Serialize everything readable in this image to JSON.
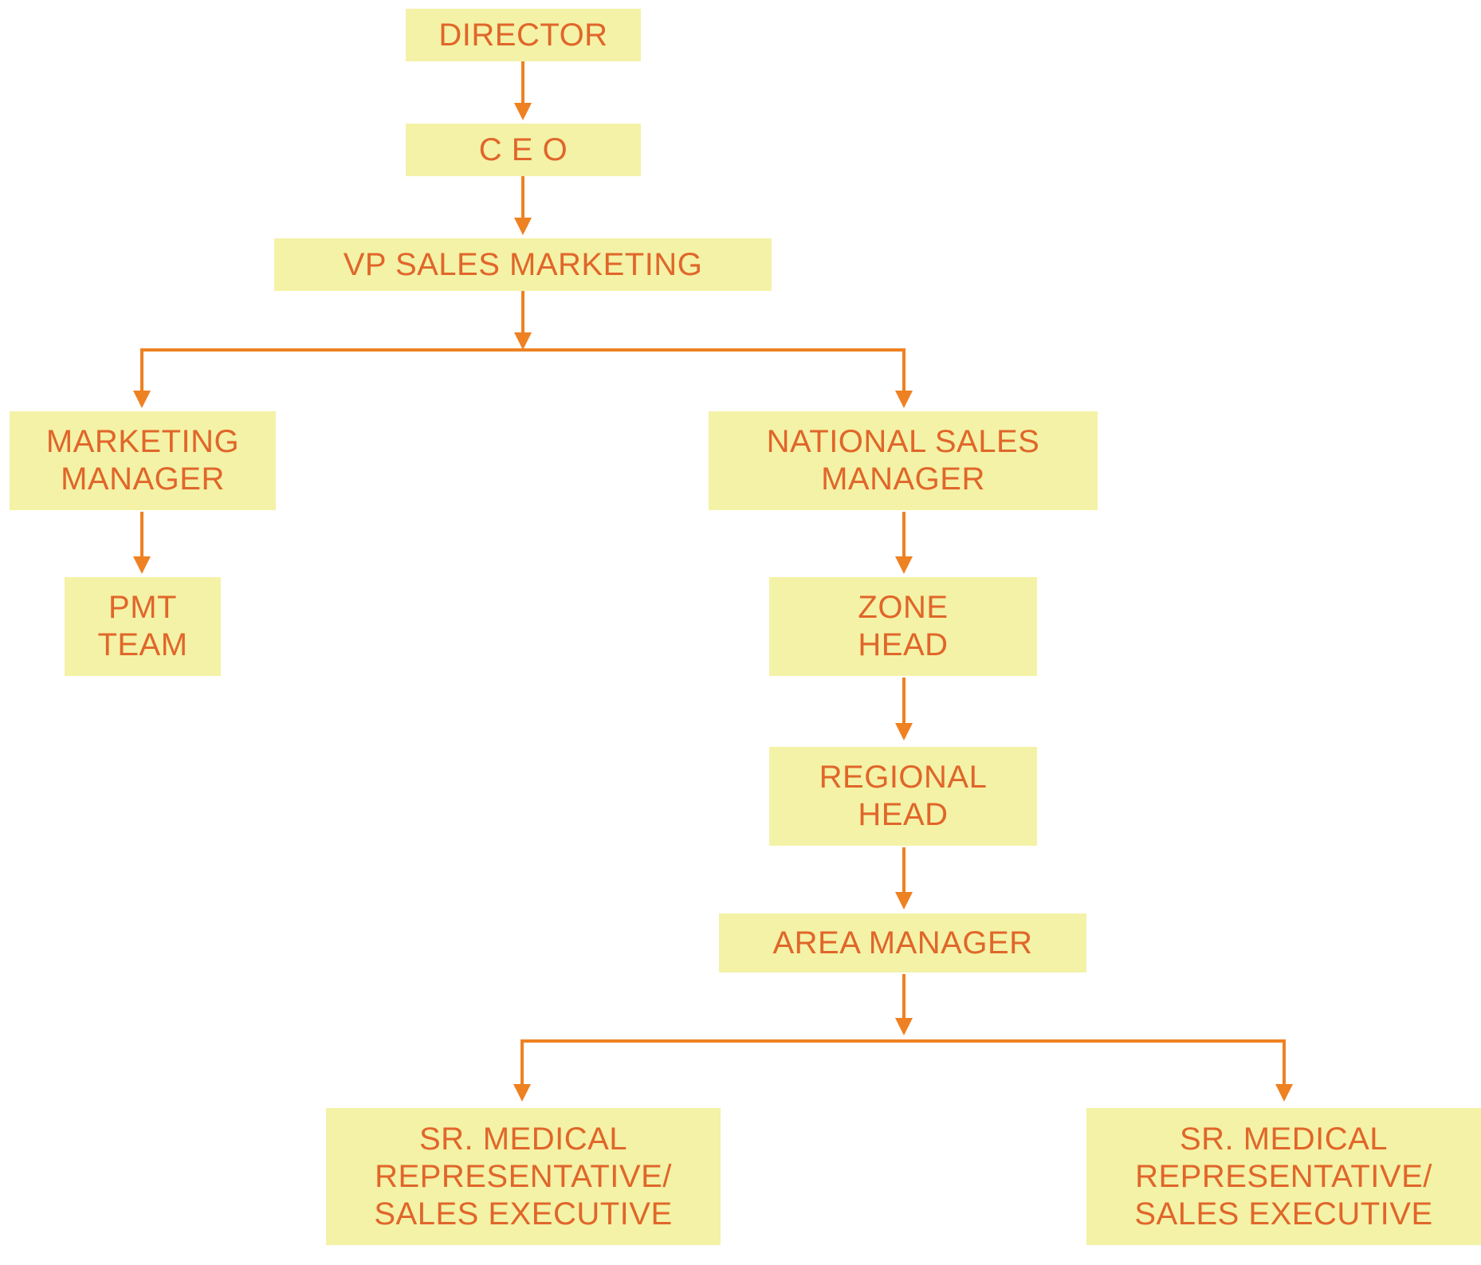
{
  "colors": {
    "box_fill": "#f4f2a6",
    "label_text": "#e0662a",
    "connector": "#ee8122"
  },
  "nodes": {
    "director": "DIRECTOR",
    "ceo": "C E O",
    "vp_sales_marketing": "VP SALES MARKETING",
    "marketing_manager": "MARKETING\nMANAGER",
    "pmt_team": "PMT\nTEAM",
    "national_sales_manager": "NATIONAL SALES\nMANAGER",
    "zone_head": "ZONE\nHEAD",
    "regional_head": "REGIONAL\nHEAD",
    "area_manager": "AREA MANAGER",
    "sr_medical_rep_left": "SR. MEDICAL\nREPRESENTATIVE/\nSALES EXECUTIVE",
    "sr_medical_rep_right": "SR. MEDICAL\nREPRESENTATIVE/\nSALES EXECUTIVE"
  },
  "edges": [
    [
      "director",
      "ceo"
    ],
    [
      "ceo",
      "vp_sales_marketing"
    ],
    [
      "vp_sales_marketing",
      "marketing_manager"
    ],
    [
      "vp_sales_marketing",
      "national_sales_manager"
    ],
    [
      "marketing_manager",
      "pmt_team"
    ],
    [
      "national_sales_manager",
      "zone_head"
    ],
    [
      "zone_head",
      "regional_head"
    ],
    [
      "regional_head",
      "area_manager"
    ],
    [
      "area_manager",
      "sr_medical_rep_left"
    ],
    [
      "area_manager",
      "sr_medical_rep_right"
    ]
  ]
}
